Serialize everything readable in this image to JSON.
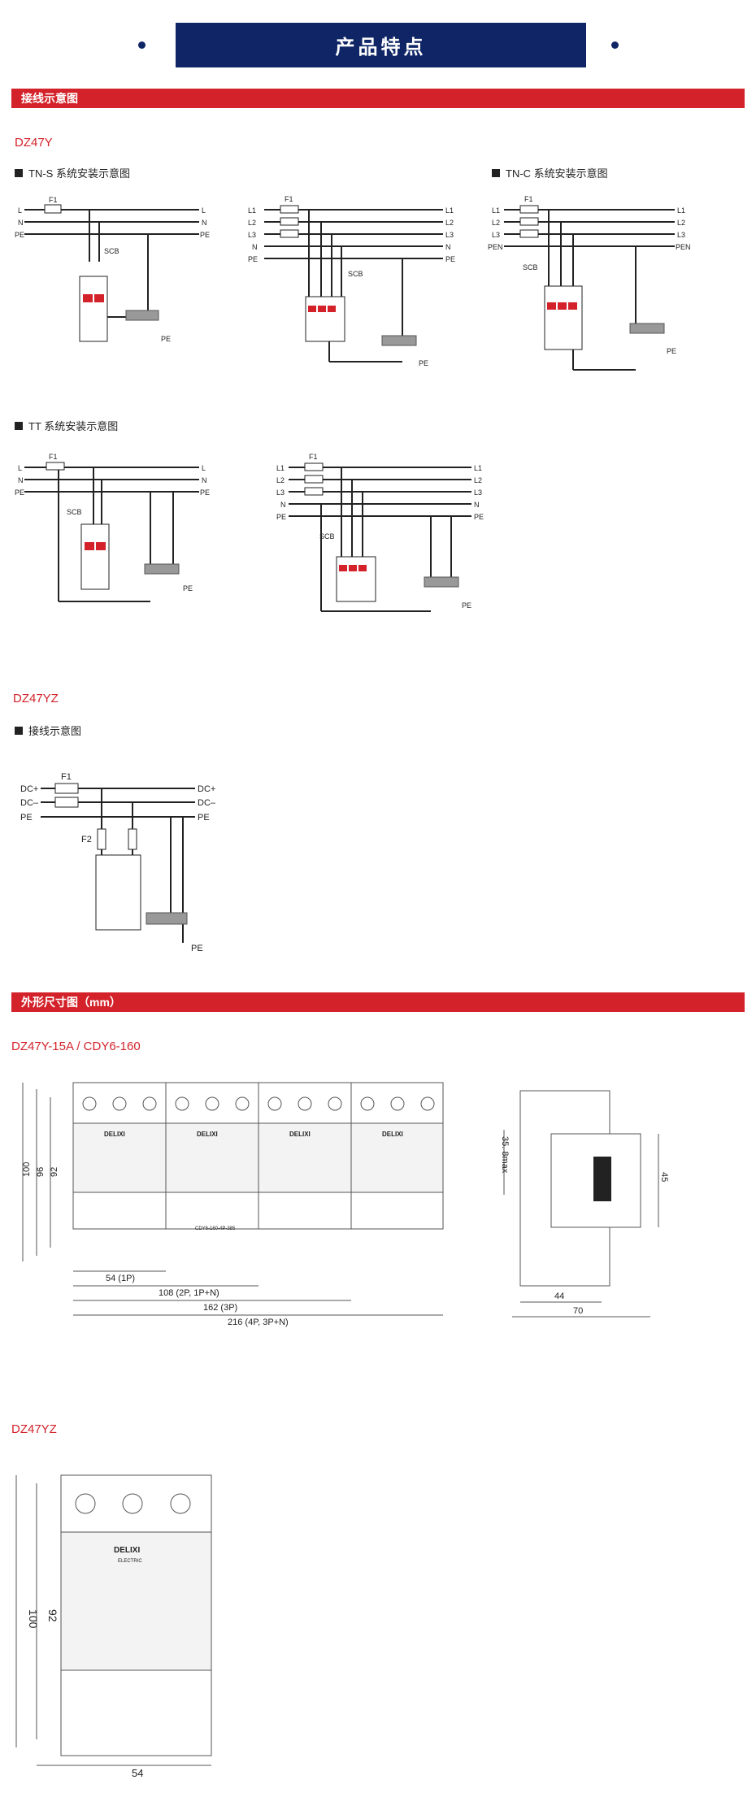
{
  "banner": {
    "title": "产品特点"
  },
  "section1": {
    "title": "接线示意图",
    "model_a": "DZ47Y",
    "tns_title": "TN-S 系统安装示意图",
    "tnc_title": "TN-C 系统安装示意图",
    "tt_title": "TT 系统安装示意图",
    "model_b": "DZ47YZ",
    "dc_title": "接线示意图"
  },
  "section2": {
    "title": "外形尺寸图（mm）",
    "model_a": "DZ47Y-15A / CDY6-160",
    "model_b": "DZ47YZ"
  },
  "labels": {
    "L": "L",
    "N": "N",
    "PE": "PE",
    "PEN": "PEN",
    "L1": "L1",
    "L2": "L2",
    "L3": "L3",
    "F1": "F1",
    "F2": "F2",
    "SCB": "SCB",
    "DCp": "DC+",
    "DCm": "DC–"
  },
  "dims": {
    "d1": "54 (1P)",
    "d2": "108 (2P, 1P+N)",
    "d3": "162 (3P)",
    "d4": "216 (4P, 3P+N)",
    "h100": "100",
    "h96": "96",
    "h92": "92",
    "s358": "35. 8max",
    "s45": "45",
    "s44": "44",
    "s70": "70",
    "z100": "100",
    "z92": "92",
    "z54": "54"
  },
  "brand": {
    "name": "DELIXI",
    "sub": "ELECTRIC",
    "model_tag": "CDY6-160-4P-385"
  }
}
